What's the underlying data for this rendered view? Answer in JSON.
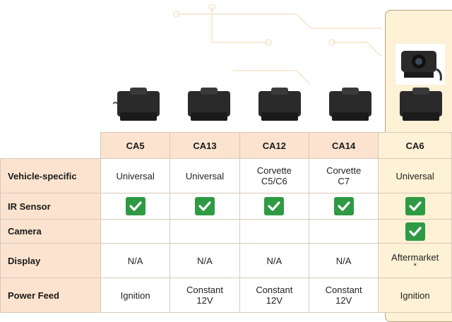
{
  "colors": {
    "header_bg": "#fbe3cf",
    "highlight_bg": "#fdf1d6",
    "check_green": "#2f9a44",
    "border": "#d8c9b8"
  },
  "models": [
    {
      "name": "CA5",
      "highlight": false
    },
    {
      "name": "CA13",
      "highlight": false
    },
    {
      "name": "CA12",
      "highlight": false
    },
    {
      "name": "CA14",
      "highlight": false
    },
    {
      "name": "CA6",
      "highlight": true
    }
  ],
  "rows": {
    "vehicle": {
      "label": "Vehicle-specific",
      "values": [
        [
          "Universal"
        ],
        [
          "Universal"
        ],
        [
          "Corvette",
          "C5/C6"
        ],
        [
          "Corvette",
          "C7"
        ],
        [
          "Universal"
        ]
      ]
    },
    "ir": {
      "label": "IR Sensor",
      "checks": [
        true,
        true,
        true,
        true,
        true
      ]
    },
    "camera": {
      "label": "Camera",
      "checks": [
        false,
        false,
        false,
        false,
        true
      ]
    },
    "display": {
      "label": "Display",
      "values": [
        "N/A",
        "N/A",
        "N/A",
        "N/A",
        "Aftermarket"
      ],
      "ca6_note": "*"
    },
    "power": {
      "label": "Power Feed",
      "values": [
        [
          "Ignition"
        ],
        [
          "Constant",
          "12V"
        ],
        [
          "Constant",
          "12V"
        ],
        [
          "Constant",
          "12V"
        ],
        [
          "Ignition"
        ]
      ]
    }
  },
  "icons": {
    "sensor": "radar-sensor-icon",
    "camera": "backup-camera-icon",
    "check": "checkmark-icon"
  }
}
